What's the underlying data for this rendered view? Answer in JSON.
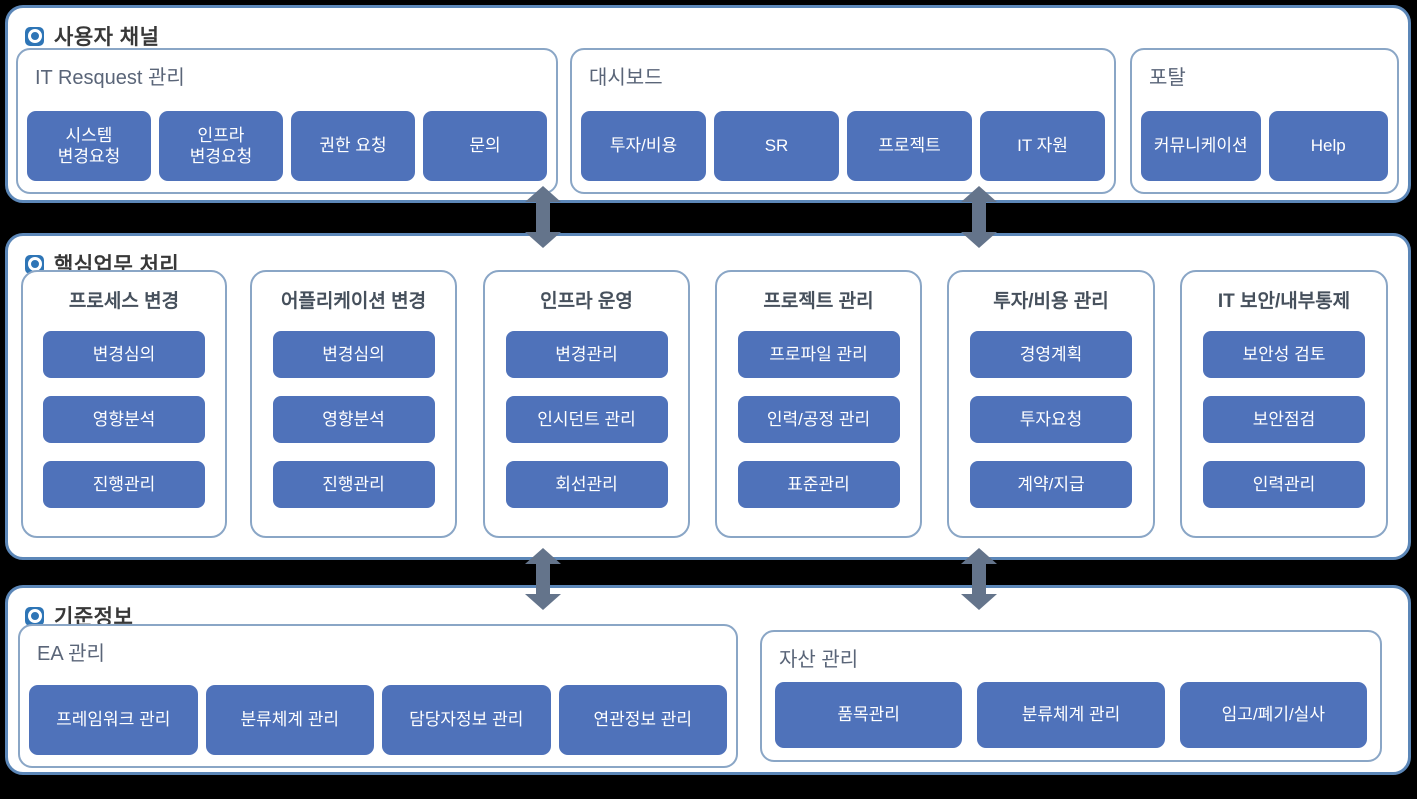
{
  "colors": {
    "canvas_bg": "#000000",
    "section_bg": "#ffffff",
    "section_border": "#5c87b8",
    "group_border": "#8aa6c6",
    "module_blue": "#4f72ba",
    "module_text": "#ffffff",
    "arrow_gray": "#64748b",
    "section_title_text": "#383838",
    "group_title_text": "#5a6578",
    "column_title_text": "#46505c",
    "bullet_blue": "#2e75b6"
  },
  "icons": {
    "section_bullet": "rounded-square-with-ring",
    "flow_arrow": "double-headed-vertical-arrow"
  },
  "sections": [
    {
      "title": "사용자 채널",
      "groups": [
        {
          "title": "IT Resquest 관리",
          "buttons": [
            "시스템\n변경요청",
            "인프라\n변경요청",
            "권한 요청",
            "문의"
          ]
        },
        {
          "title": "대시보드",
          "buttons": [
            "투자/비용",
            "SR",
            "프로젝트",
            "IT 자원"
          ]
        },
        {
          "title": "포탈",
          "buttons": [
            "커뮤니케이션",
            "Help"
          ]
        }
      ]
    },
    {
      "title": "핵심업무 처리",
      "columns": [
        {
          "title": "프로세스 변경",
          "buttons": [
            "변경심의",
            "영향분석",
            "진행관리"
          ]
        },
        {
          "title": "어플리케이션 변경",
          "buttons": [
            "변경심의",
            "영향분석",
            "진행관리"
          ]
        },
        {
          "title": "인프라 운영",
          "buttons": [
            "변경관리",
            "인시던트 관리",
            "회선관리"
          ]
        },
        {
          "title": "프로젝트 관리",
          "buttons": [
            "프로파일 관리",
            "인력/공정 관리",
            "표준관리"
          ]
        },
        {
          "title": "투자/비용 관리",
          "buttons": [
            "경영계획",
            "투자요청",
            "계약/지급"
          ]
        },
        {
          "title": "IT 보안/내부통제",
          "buttons": [
            "보안성 검토",
            "보안점검",
            "인력관리"
          ]
        }
      ]
    },
    {
      "title": "기준정보",
      "groups": [
        {
          "title": "EA 관리",
          "buttons": [
            "프레임워크 관리",
            "분류체계 관리",
            "담당자정보 관리",
            "연관정보 관리"
          ]
        },
        {
          "title": "자산 관리",
          "buttons": [
            "품목관리",
            "분류체계 관리",
            "임고/폐기/실사"
          ]
        }
      ]
    }
  ]
}
